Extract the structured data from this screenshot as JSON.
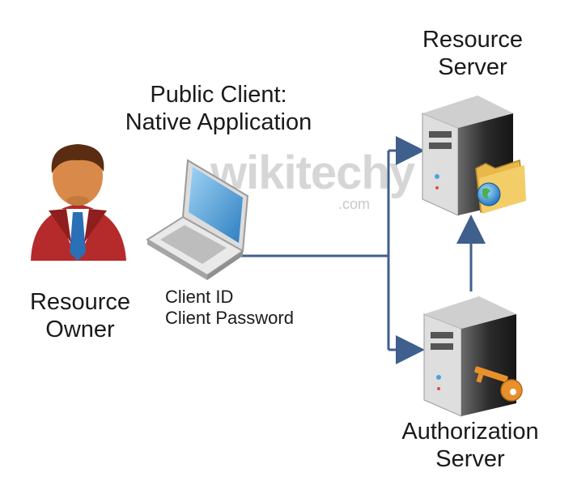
{
  "diagram": {
    "client_title": [
      "Public Client:",
      "Native Application"
    ],
    "resource_server_title": [
      "Resource",
      "Server"
    ],
    "resource_owner_title": [
      "Resource",
      "Owner"
    ],
    "client_credentials": [
      "Client ID",
      "Client Password"
    ],
    "authorization_server_title": [
      "Authorization",
      "Server"
    ]
  },
  "watermark": {
    "text": "wikitechy",
    "suffix": ".com"
  },
  "colors": {
    "arrow": "#3f5f8c",
    "text": "#1a1a1a",
    "watermark": "#d6d6d6",
    "person_suit": "#b52a2a",
    "person_skin": "#d98a4a",
    "server_body": "#3a3a3a",
    "key": "#e8902c",
    "folder": "#e8b84a"
  },
  "icons": [
    "person-icon",
    "laptop-icon",
    "server-icon",
    "folder-icon",
    "globe-icon",
    "key-icon"
  ]
}
